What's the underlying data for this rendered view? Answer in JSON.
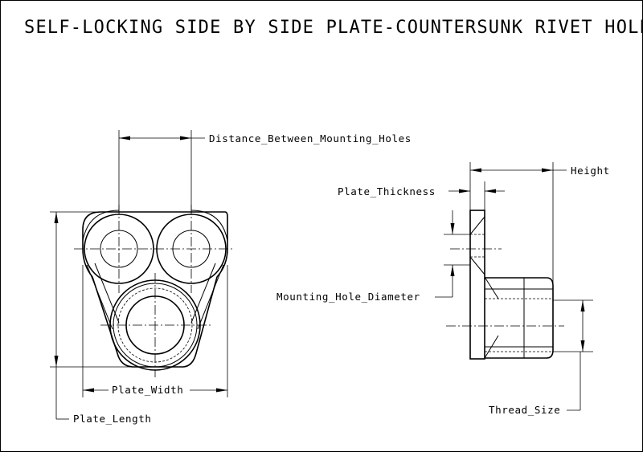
{
  "title": "SELF-LOCKING SIDE BY SIDE PLATE-COUNTERSUNK RIVET HOLES",
  "labels": {
    "distance_between_mounting_holes": "Distance_Between_Mounting_Holes",
    "plate_width": "Plate_Width",
    "plate_length": "Plate_Length",
    "height": "Height",
    "plate_thickness": "Plate_Thickness",
    "mounting_hole_diameter": "Mounting_Hole_Diameter",
    "thread_size": "Thread_Size"
  }
}
